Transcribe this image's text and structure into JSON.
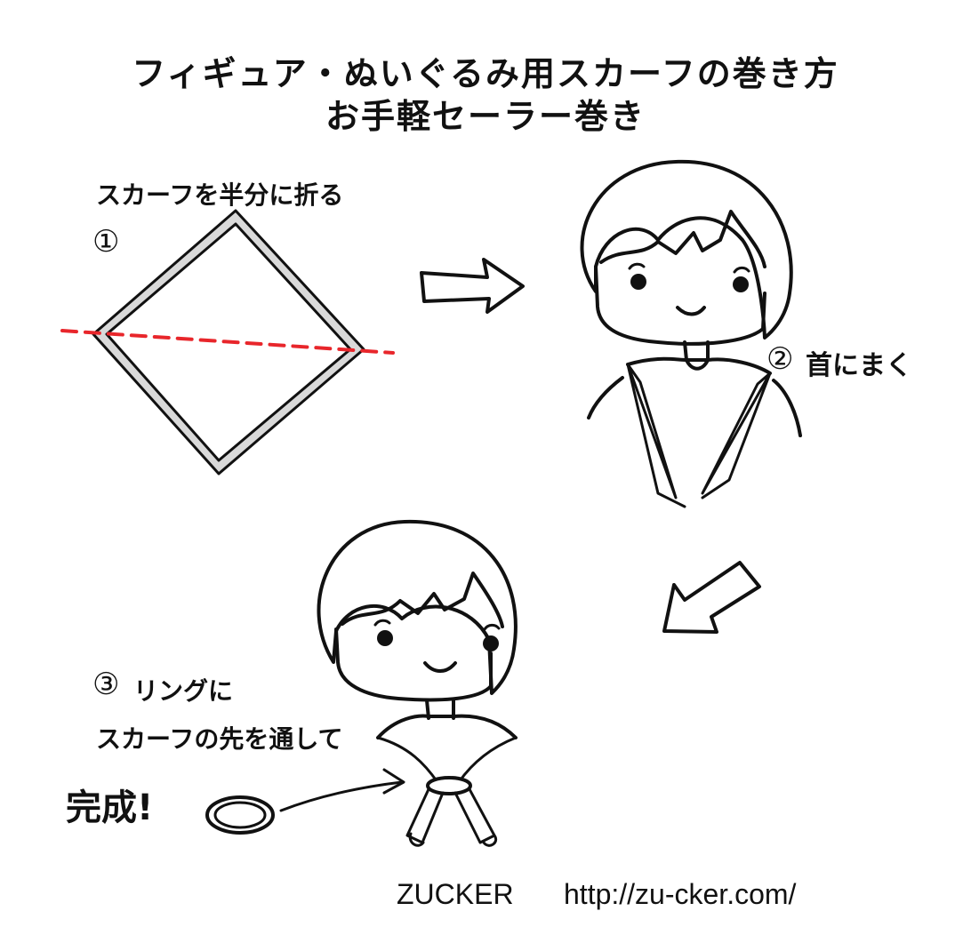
{
  "title": {
    "line1": "フィギュア・ぬいぐるみ用スカーフの巻き方",
    "line2": "お手軽セーラー巻き"
  },
  "steps": [
    {
      "number": "①",
      "caption": "スカーフを半分に折る"
    },
    {
      "number": "②",
      "caption": "首にまく"
    },
    {
      "number": "③",
      "caption_line1": "リングに",
      "caption_line2": "スカーフの先を通して"
    }
  ],
  "finish_label": "完成!",
  "footer": {
    "brand": "ZUCKER",
    "url": "http://zu-cker.com/"
  },
  "colors": {
    "fold_line": "#e8262b",
    "scarf_fill": "#d9d9d9",
    "line": "#111111"
  }
}
